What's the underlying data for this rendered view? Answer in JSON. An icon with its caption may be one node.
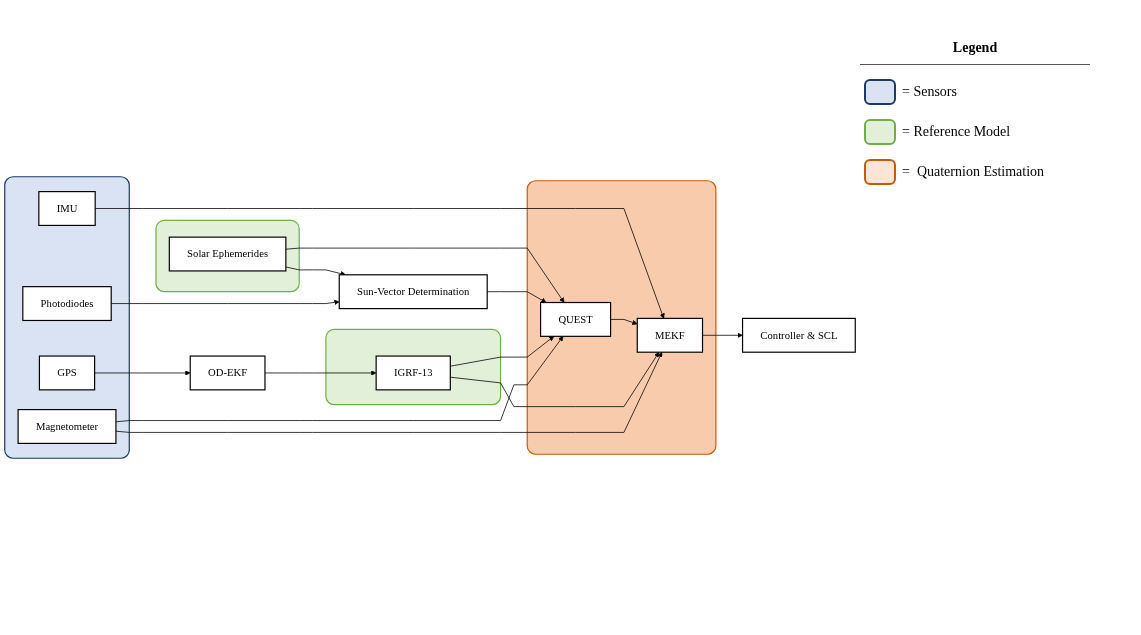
{
  "diagram": {
    "nodes": [
      {
        "text": [],
        "shape": "box"
      },
      {
        "text": [
          "IMU"
        ],
        "in": 0
      },
      {
        "text": [],
        "shape": "box"
      },
      {
        "text": [
          "Solar Ephemerides"
        ],
        "in": 2
      },
      {
        "text": [
          "Photodiodes"
        ],
        "in": 0
      },
      {
        "text": [
          "Sun-Vector Determination"
        ]
      },
      {
        "text": [],
        "shape": "box"
      },
      {
        "text": [
          "QUEST"
        ],
        "in": 6
      },
      {
        "text": [
          "MEKF"
        ],
        "in": 6
      },
      {
        "text": [
          "Controller & SCL"
        ]
      },
      {
        "text": [
          "GPS"
        ],
        "in": 0
      },
      {
        "text": [
          "OD-EKF"
        ]
      },
      {
        "text": [],
        "shape": "box"
      },
      {
        "text": [
          "IGRF-13"
        ],
        "in": 12
      },
      {
        "text": [
          "Magnetometer"
        ],
        "in": 0
      }
    ],
    "edges": [
      {
        "from": 1,
        "to": 8,
        "arrow": "to"
      },
      {
        "from": 3,
        "to": 7,
        "arrow": "to"
      },
      {
        "from": 3,
        "to": 5,
        "arrow": "to"
      },
      {
        "from": 4,
        "to": 5,
        "arrow": "to"
      },
      {
        "from": 5,
        "to": 7,
        "arrow": "to"
      },
      {
        "from": 7,
        "to": 8,
        "arrow": "to"
      },
      {
        "from": 8,
        "to": 9,
        "arrow": "to"
      },
      {
        "from": 10,
        "to": 11,
        "arrow": "to"
      },
      {
        "from": 11,
        "to": 13,
        "arrow": "to"
      },
      {
        "from": 13,
        "to": 7,
        "arrow": "to"
      },
      {
        "from": 13,
        "to": 8,
        "arrow": "to"
      },
      {
        "from": 14,
        "to": 7,
        "arrow": "to"
      },
      {
        "from": 14,
        "to": 8,
        "arrow": "to"
      }
    ],
    "labels": [
      "Legend"
    ],
    "legend": [
      {
        "text": "= Sensors",
        "color": "#dae3f3"
      },
      {
        "text": "= Reference Model",
        "color": "#e2f0d9"
      },
      {
        "text": "=  Quaternion Estimation",
        "color": "#fbe5d6"
      }
    ]
  }
}
